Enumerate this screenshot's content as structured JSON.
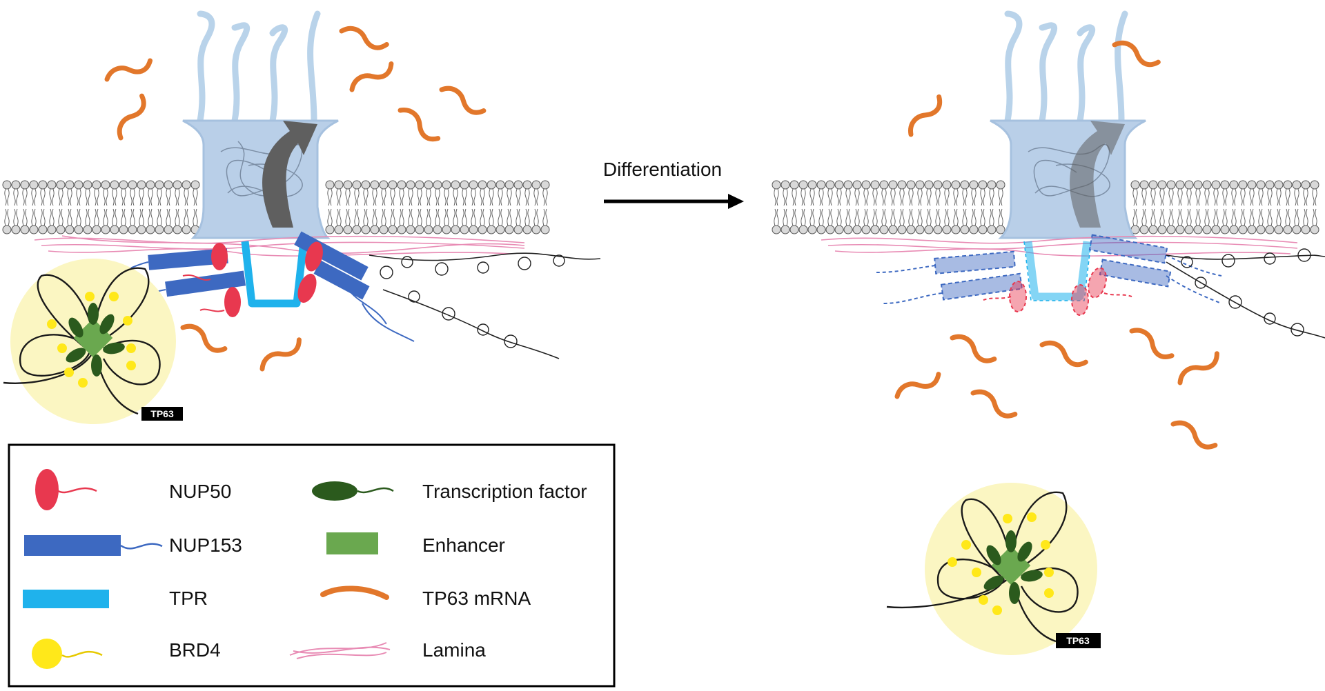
{
  "arrow": {
    "label": "Differentiation"
  },
  "left_panel": {
    "locus_label": "TP63"
  },
  "right_panel": {
    "locus_label": "TP63"
  },
  "legend": {
    "items": [
      {
        "key": "nup50",
        "label": "NUP50"
      },
      {
        "key": "nup153",
        "label": "NUP153"
      },
      {
        "key": "tpr",
        "label": "TPR"
      },
      {
        "key": "brd4",
        "label": "BRD4"
      },
      {
        "key": "tf",
        "label": "Transcription factor"
      },
      {
        "key": "enhancer",
        "label": "Enhancer"
      },
      {
        "key": "mrna",
        "label": "TP63 mRNA"
      },
      {
        "key": "lamina",
        "label": "Lamina"
      }
    ]
  },
  "colors": {
    "nup50": "#e8384f",
    "nup153": "#3d69c1",
    "tpr": "#1fb2ec",
    "brd4": "#ffe81a",
    "tf": "#2b5a1d",
    "enhancer": "#6aa84f",
    "mrna": "#e2772b",
    "lamina": "#e88bb4",
    "pore": "#b9cfe8",
    "membrane_head": "#d9d9d9",
    "condensate": "#fbf6c2"
  }
}
